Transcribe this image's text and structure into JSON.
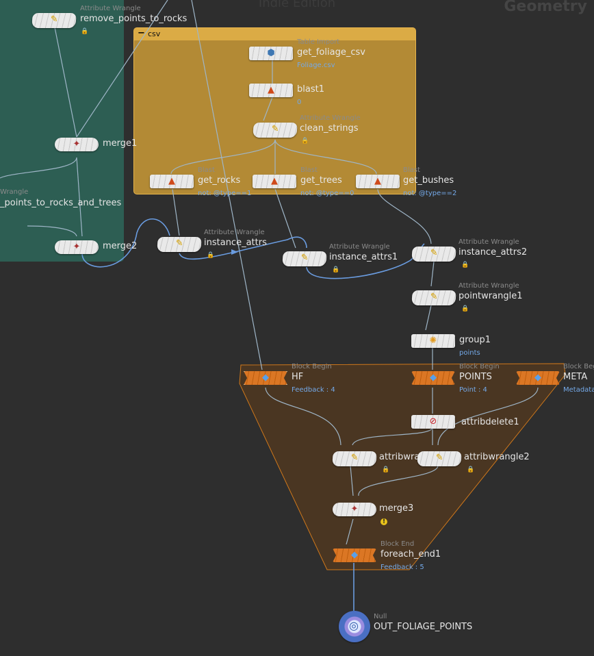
{
  "header": {
    "title": "Indie Edition",
    "context_label": "Geometry"
  },
  "netboxes": {
    "csv_label": "csv",
    "collapse_icon": "minus-icon"
  },
  "stray_labels": {
    "wrangle_partial": "Wrangle",
    "points_to_rocks_and_trees": "_points_to_rocks_and_trees"
  },
  "nodes": {
    "remove_points_to_rocks": {
      "type": "Attribute Wrangle",
      "name": "remove_points_to_rocks",
      "icon": "wrangle-icon"
    },
    "merge1": {
      "name": "merge1",
      "icon": "merge-icon"
    },
    "merge2": {
      "name": "merge2",
      "icon": "merge-icon"
    },
    "get_foliage_csv": {
      "type": "Table Import",
      "name": "get_foliage_csv",
      "sub": "Foliage.csv",
      "icon": "python-icon"
    },
    "blast1": {
      "name": "blast1",
      "sub": "0",
      "icon": "blast-icon"
    },
    "clean_strings": {
      "type": "Attribute Wrangle",
      "name": "clean_strings",
      "icon": "wrangle-icon"
    },
    "get_rocks": {
      "type": "Blast",
      "name": "get_rocks",
      "sub": "not: @type==1",
      "icon": "blast-icon"
    },
    "get_trees": {
      "type": "Blast",
      "name": "get_trees",
      "sub": "not: @type==0",
      "icon": "blast-icon"
    },
    "get_bushes": {
      "type": "Blast",
      "name": "get_bushes",
      "sub": "not: @type==2",
      "icon": "blast-icon"
    },
    "instance_attrs": {
      "type": "Attribute Wrangle",
      "name": "instance_attrs",
      "icon": "wrangle-icon"
    },
    "instance_attrs1": {
      "type": "Attribute Wrangle",
      "name": "instance_attrs1",
      "icon": "wrangle-icon"
    },
    "instance_attrs2": {
      "type": "Attribute Wrangle",
      "name": "instance_attrs2",
      "icon": "wrangle-icon"
    },
    "pointwrangle1": {
      "type": "Attribute Wrangle",
      "name": "pointwrangle1",
      "icon": "wrangle-icon"
    },
    "group1": {
      "name": "group1",
      "sub": "points",
      "icon": "group-icon"
    },
    "hf": {
      "type": "Block Begin",
      "name": "HF",
      "sub": "Feedback : 4",
      "icon": "block-icon"
    },
    "points": {
      "type": "Block Begin",
      "name": "POINTS",
      "sub": "Point : 4",
      "icon": "block-icon"
    },
    "meta": {
      "type": "Block Begin",
      "name": "META",
      "sub": "Metadata",
      "icon": "block-icon"
    },
    "attribdelete1": {
      "name": "attribdelete1",
      "icon": "attribdelete-icon"
    },
    "attribwra": {
      "name": "attribwra",
      "icon": "wrangle-icon"
    },
    "attribwrangle2": {
      "name": "attribwrangle2",
      "icon": "wrangle-icon"
    },
    "merge3": {
      "name": "merge3",
      "icon": "merge-icon",
      "warning": "!"
    },
    "foreach_end1": {
      "type": "Block End",
      "name": "foreach_end1",
      "sub": "Feedback : 5",
      "icon": "block-icon"
    },
    "out_foliage_points": {
      "type": "Null",
      "name": "OUT_FOLIAGE_POINTS",
      "icon": "null-icon"
    }
  },
  "colors": {
    "background": "#2e2e2e",
    "netbox_green": "#2d5e53",
    "netbox_csv": "#b38a35",
    "foreach_block": "#4a3622",
    "block_node": "#d86b11",
    "wire": "#9fb6c8",
    "selected_wire": "#6a9ce0",
    "sub_label": "#74a9e8"
  }
}
